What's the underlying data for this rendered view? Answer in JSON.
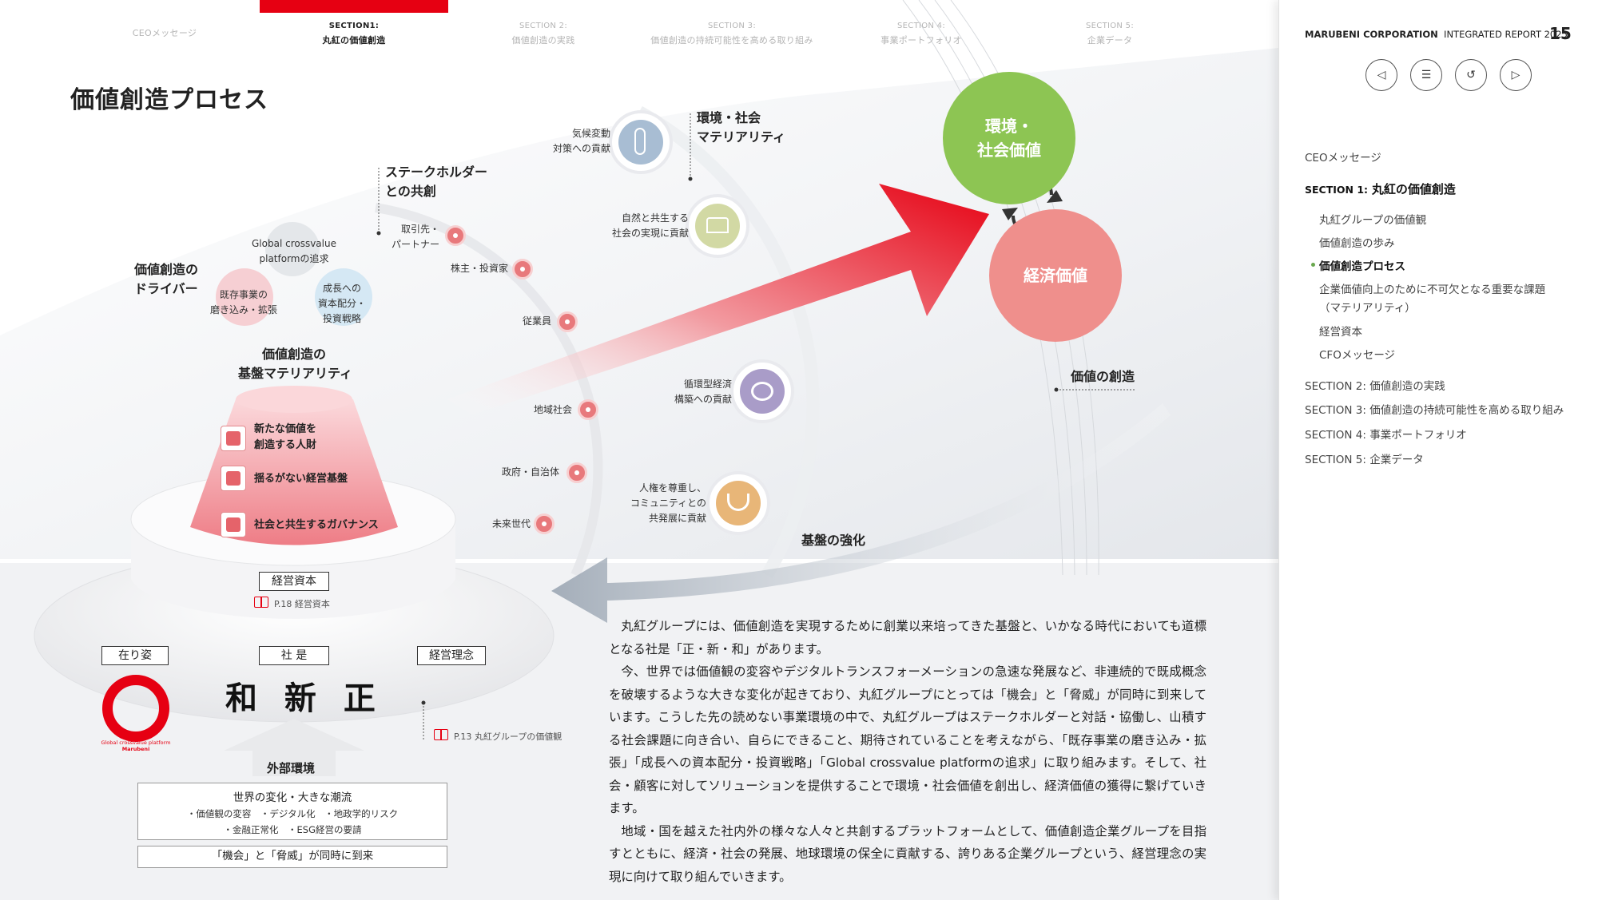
{
  "topnav": [
    {
      "section": "",
      "label": "CEOメッセージ"
    },
    {
      "section": "SECTION1:",
      "label": "丸紅の価値創造"
    },
    {
      "section": "SECTION 2:",
      "label": "価値創造の実践"
    },
    {
      "section": "SECTION 3:",
      "label": "価値創造の持続可能性を高める取り組み"
    },
    {
      "section": "SECTION 4:",
      "label": "事業ポートフォリオ"
    },
    {
      "section": "SECTION 5:",
      "label": "企業データ"
    }
  ],
  "colors": {
    "accent": "#e60012",
    "green": "#8dc553",
    "pink": "#ef8f8c"
  },
  "page_title": "価値創造プロセス",
  "stakeholder_title": [
    "ステークホルダー",
    "との共創"
  ],
  "stakeholders": [
    "取引先・",
    "パートナー",
    "株主・投資家",
    "従業員",
    "地域社会",
    "政府・自治体",
    "未来世代"
  ],
  "drivers": {
    "title": [
      "価値創造の",
      "ドライバー"
    ],
    "gear_top": [
      "Global crossvalue",
      "platformの追求"
    ],
    "gear_left": [
      "既存事業の",
      "磨き込み・拡張"
    ],
    "gear_right": [
      "成長への",
      "資本配分・",
      "投資戦略"
    ]
  },
  "base_materiality": {
    "title": [
      "価値創造の",
      "基盤マテリアリティ"
    ],
    "items": [
      [
        "新たな価値を",
        "創造する人財"
      ],
      [
        "揺るがない経営基盤"
      ],
      [
        "社会と共生するガバナンス"
      ]
    ]
  },
  "env_materiality": {
    "title": [
      "環境・社会",
      "マテリアリティ"
    ],
    "items": [
      {
        "label": [
          "気候変動",
          "対策への貢献"
        ],
        "icon": "thermometer-icon"
      },
      {
        "label": [
          "自然と共生する",
          "社会の実現に貢献"
        ],
        "icon": "nature-icon"
      },
      {
        "label": [
          "循環型経済",
          "構築への貢献"
        ],
        "icon": "recycle-icon"
      },
      {
        "label": [
          "人権を尊重し、",
          "コミュニティとの",
          "共発展に貢献"
        ],
        "icon": "hands-icon"
      }
    ]
  },
  "value_circles": {
    "env": [
      "環境・",
      "社会価値"
    ],
    "econ": "経済価値"
  },
  "value_creation": "価値の創造",
  "foundation_strengthening": "基盤の強化",
  "management_capital": "経営資本",
  "ref_capital": "P.18 経営資本",
  "foundation": {
    "arisugata": "在り姿",
    "shaze": "社 是",
    "rinen": "経営理念",
    "motto": "和 新 正",
    "logo_caption": "Global crossvalue platform",
    "logo_name": "Marubeni"
  },
  "ref_values": "P.13 丸紅グループの価値観",
  "external": {
    "title": "外部環境",
    "box_title": "世界の変化・大きな潮流",
    "items_line1": "・価値観の変容　・デジタル化　・地政学的リスク",
    "items_line2": "・金融正常化　・ESG経営の要請",
    "box2": "「機会」と「脅威」が同時に到来"
  },
  "body": [
    "丸紅グループには、価値創造を実現するために創業以来培ってきた基盤と、いかなる時代においても道標となる社是「正・新・和」があります。",
    "今、世界では価値観の変容やデジタルトランスフォーメーションの急速な発展など、非連続的で既成概念を破壊するような大きな変化が起きており、丸紅グループにとっては「機会」と「脅威」が同時に到来しています。こうした先の読めない事業環境の中で、丸紅グループはステークホルダーと対話・協働し、山積する社会課題に向き合い、自らにできること、期待されていることを考えながら、「既存事業の磨き込み・拡張」「成長への資本配分・投資戦略」「Global crossvalue platformの追求」に取り組みます。そして、社会・顧客に対してソリューションを提供することで環境・社会価値を創出し、経済価値の獲得に繋げていきます。",
    "地域・国を越えた社内外の様々な人々と共創するプラットフォームとして、価値創造企業グループを目指すとともに、経済・社会の発展、地球環境の保全に貢献する、誇りある企業グループという、経営理念の実現に向けて取り組んでいきます。"
  ],
  "sidebar": {
    "company": "MARUBENI CORPORATION",
    "report": "INTEGRATED REPORT 2025",
    "page": "15",
    "buttons": [
      "◁",
      "☰",
      "↺",
      "▷"
    ],
    "ceo": "CEOメッセージ",
    "sec1_prefix": "SECTION 1:",
    "sec1": "丸紅の価値創造",
    "sub": [
      "丸紅グループの価値観",
      "価値創造の歩み",
      "価値創造プロセス",
      "企業価値向上のために不可欠となる重要な課題",
      "（マテリアリティ）",
      "経営資本",
      "CFOメッセージ"
    ],
    "sections": [
      "SECTION 2: 価値創造の実践",
      "SECTION 3: 価値創造の持続可能性を高める取り組み",
      "SECTION 4: 事業ポートフォリオ",
      "SECTION 5: 企業データ"
    ]
  }
}
